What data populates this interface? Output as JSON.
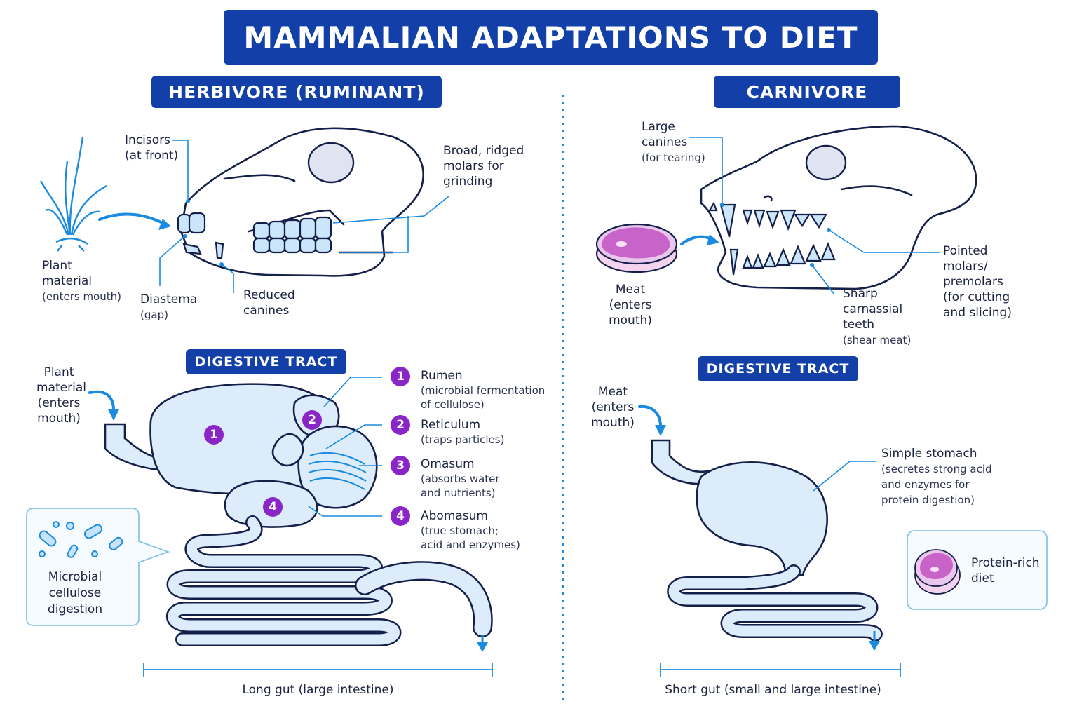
{
  "title": "MAMMALIAN ADAPTATIONS TO DIET",
  "herbivore": {
    "heading": "HERBIVORE (RUMINANT)",
    "skull_labels": {
      "incisors": "Incisors",
      "incisors_sub": "(at front)",
      "molars": "Broad, ridged molars for grinding",
      "plant_line1": "Plant",
      "plant_line2": "material",
      "plant_sub": "(enters mouth)",
      "diastema": "Diastema",
      "diastema_sub": "(gap)",
      "canines_line1": "Reduced",
      "canines_line2": "canines"
    },
    "tract_heading": "DIGESTIVE TRACT",
    "tract_input": [
      "Plant",
      "material",
      "(enters",
      "mouth)"
    ],
    "stages": [
      {
        "num": "1",
        "name": "Rumen",
        "desc1": "(microbial fermentation",
        "desc2": "of cellulose)"
      },
      {
        "num": "2",
        "name": "Reticulum",
        "desc1": "(traps particles)",
        "desc2": ""
      },
      {
        "num": "3",
        "name": "Omasum",
        "desc1": "(absorbs water",
        "desc2": "and nutrients)"
      },
      {
        "num": "4",
        "name": "Abomasum",
        "desc1": "(true stomach;",
        "desc2": "acid and enzymes)"
      }
    ],
    "callout": [
      "Microbial",
      "cellulose",
      "digestion"
    ],
    "gut_label": "Long gut (large intestine)"
  },
  "carnivore": {
    "heading": "CARNIVORE",
    "skull_labels": {
      "canines_line1": "Large",
      "canines_line2": "canines",
      "canines_sub": "(for tearing)",
      "meat": "Meat",
      "meat_sub": "(enters mouth)",
      "carnassial": [
        "Sharp",
        "carnassial",
        "teeth"
      ],
      "carnassial_sub": "(shear meat)",
      "molars": [
        "Pointed",
        "molars/",
        "premolars"
      ],
      "molars_sub": [
        "(for cutting",
        "and slicing)"
      ]
    },
    "tract_heading": "DIGESTIVE TRACT",
    "tract_input": [
      "Meat",
      "(enters",
      "mouth)"
    ],
    "stomach_name": "Simple stomach",
    "stomach_desc": [
      "(secretes strong acid",
      "and enzymes for",
      "protein digestion)"
    ],
    "callout": [
      "Protein-rich",
      "diet"
    ],
    "gut_label": "Short gut (small and large intestine)"
  },
  "colors": {
    "banner": "#1240a8",
    "accent": "#1a8be0",
    "stage_badge": "#8a25c7",
    "outline": "#15204a",
    "fill": "#dcecfb"
  }
}
